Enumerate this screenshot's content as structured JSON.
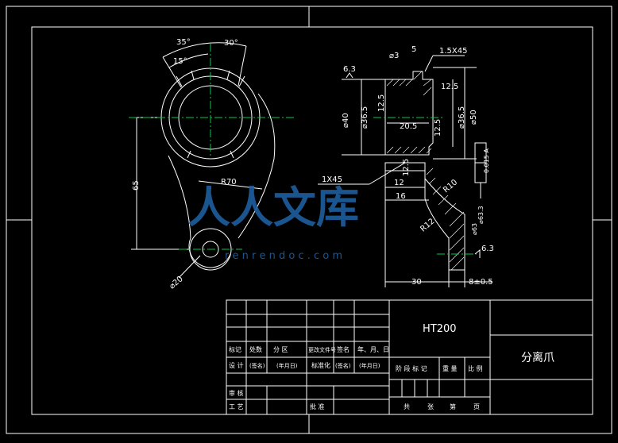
{
  "colors": {
    "background": "#000000",
    "line": "#ffffff",
    "center_line": "#00cc44",
    "watermark": "#1f5f9f"
  },
  "front_view": {
    "angle_35": "35°",
    "angle_30": "30°",
    "angle_15": "15°",
    "dim_65": "65",
    "radius_r70": "R70",
    "dia_20": "⌀20"
  },
  "section_view": {
    "chamfer_top": "1.5X45",
    "dim_3": "⌀3",
    "dim_5": "5",
    "dim_6_3_top": "6.3",
    "dim_12_5_right": "12.5",
    "dim_12_5_inner": "12.5",
    "dia_40": "⌀40",
    "dia_36_5_left": "⌀36.5",
    "dia_36_5_right": "⌀36.5",
    "dia_50": "⌀50",
    "dim_20_5": "20.5",
    "dim_12_5_mid": "12.5",
    "tolerance_frame": "0.015 A",
    "chamfer_mid": "1X45",
    "dim_12_5_left": "12.5",
    "dim_12": "12",
    "dim_16": "16",
    "radius_r10": "R10",
    "radius_r12": "R12",
    "dia_63": "⌀63",
    "dia_63_3": "⌀63.3",
    "dim_6_3_right": "6.3",
    "dim_30": "30",
    "dim_8": "8±0.5"
  },
  "watermark": {
    "text": "人人文库",
    "url": "r e n r e n d o c . c o m"
  },
  "title_block": {
    "material": "HT200",
    "part_name": "分离爪",
    "labels": {
      "mark": "标记",
      "count": "处数",
      "zone": "分 区",
      "change_doc": "更改文件号",
      "sign": "签名",
      "date": "年、月、日",
      "design": "设 计",
      "signature_paren": "(签名)",
      "date_paren": "(年月日)",
      "standardize": "标准化",
      "signature_paren2": "(签名)",
      "date_paren2": "(年月日)",
      "review": "审 核",
      "process": "工 艺",
      "approve": "批 准",
      "stage_mark": "阶 段 标 记",
      "weight": "重 量",
      "ratio": "比 例",
      "total": "共",
      "sheets": "张",
      "page": "第",
      "page_unit": "页"
    }
  }
}
